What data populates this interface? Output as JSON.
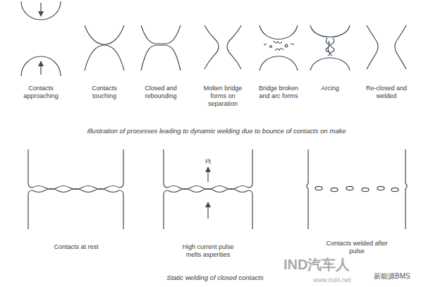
{
  "diagram": {
    "labels": [
      "Contacts approaching",
      "Contacts touching",
      "Closed and rebounding",
      "Molten bridge forms on separation",
      "Bridge broken and arc forms",
      "Arcing",
      "Re-closed and welded",
      "Illustration of processes leading to dynamic welding due to bounce of contacts on make",
      "Contacts at rest",
      "High current pulse melts asperities",
      "I²t",
      "Contacts welded after pulse",
      "Static welding of closed contacts",
      "IND汽车人",
      "www.ind4.net",
      "新能源BMS"
    ]
  }
}
